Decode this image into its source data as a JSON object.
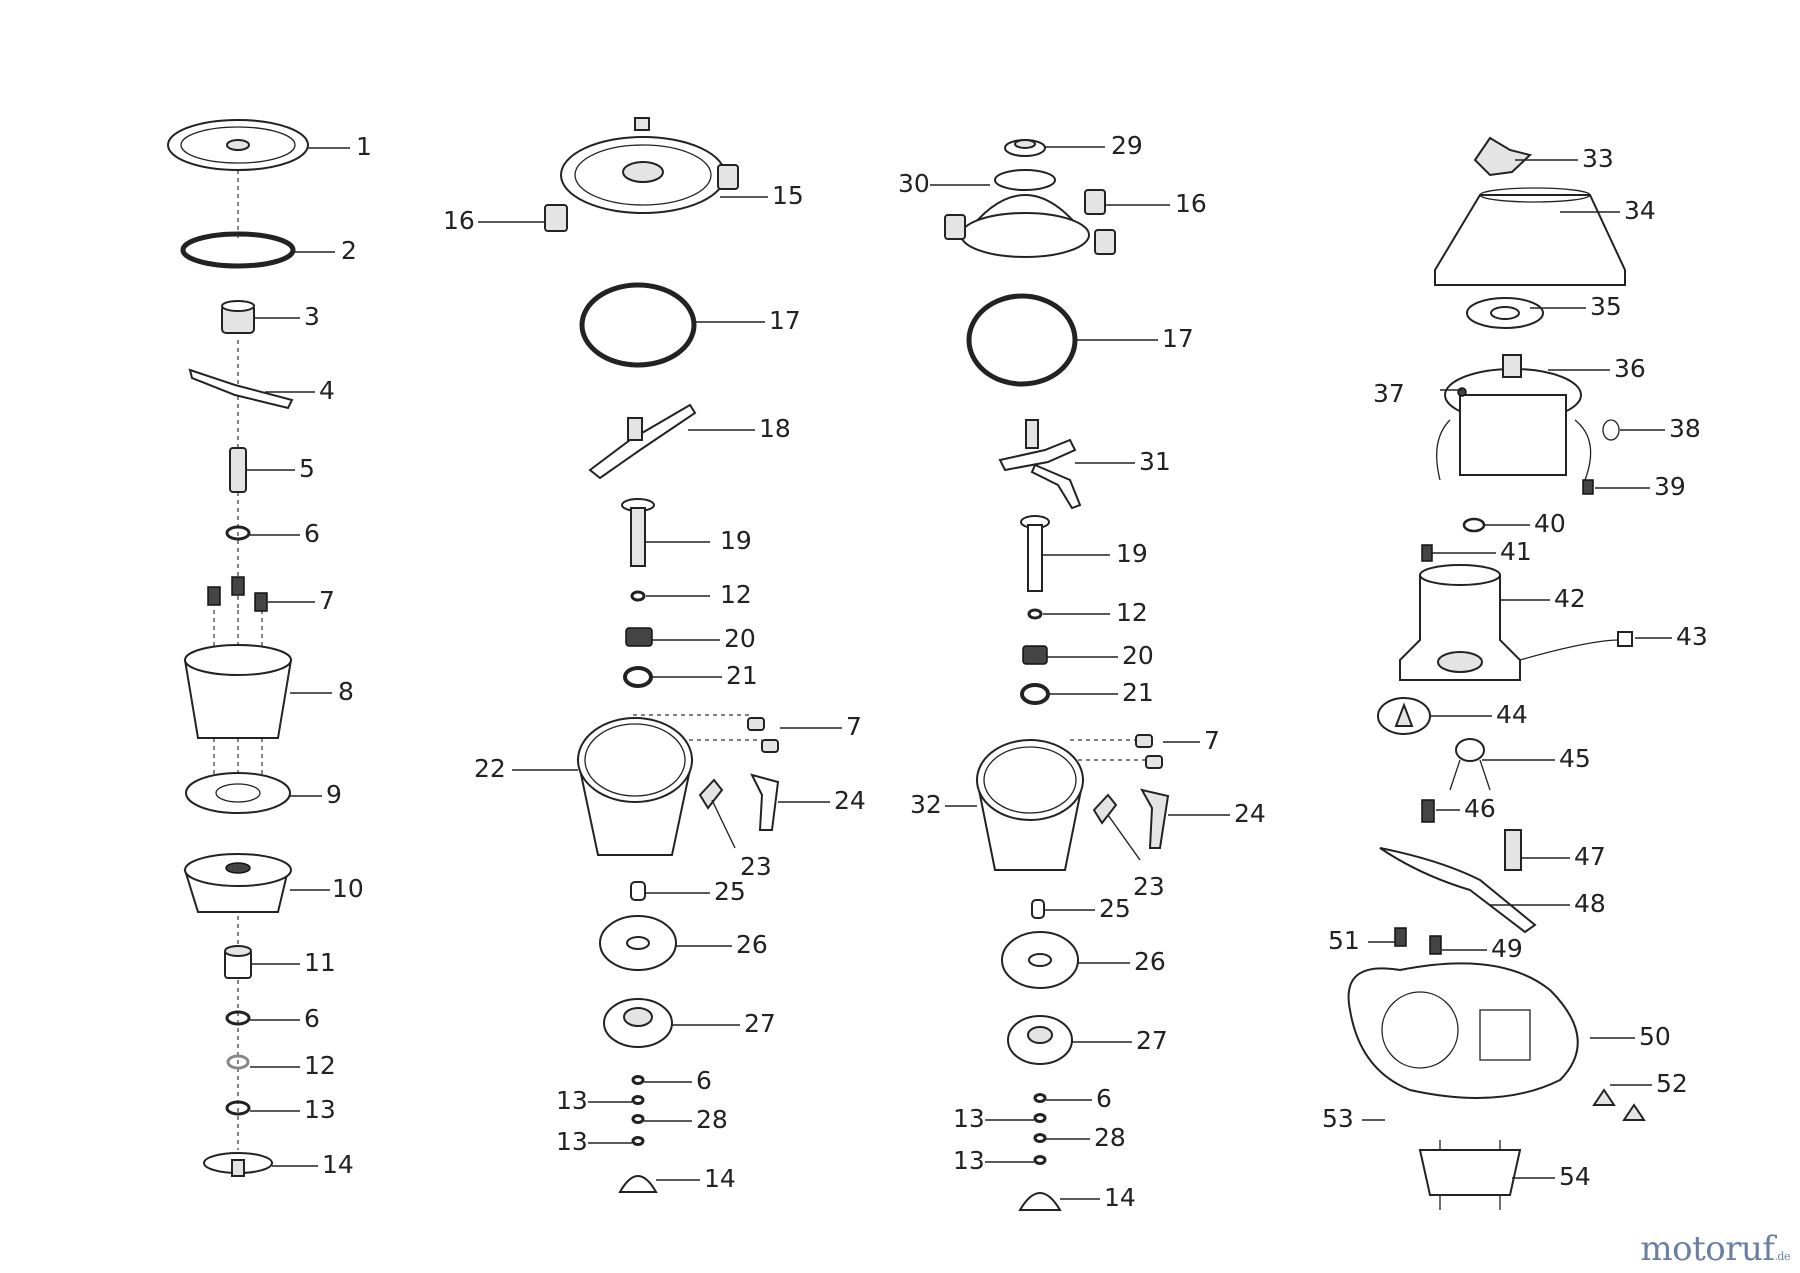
{
  "brand": {
    "name_main": "motoruf",
    "name_accent": "",
    "tld": ".de",
    "colors": {
      "main": "#6a7fa6",
      "accent": "#d9951f"
    }
  },
  "labels": {
    "c1_1": "1",
    "c1_2": "2",
    "c1_3": "3",
    "c1_4": "4",
    "c1_5": "5",
    "c1_6a": "6",
    "c1_7": "7",
    "c1_8": "8",
    "c1_9": "9",
    "c1_10": "10",
    "c1_11": "11",
    "c1_6b": "6",
    "c1_12": "12",
    "c1_13": "13",
    "c1_14": "14",
    "c2_16": "16",
    "c2_15": "15",
    "c2_17": "17",
    "c2_18": "18",
    "c2_19": "19",
    "c2_12": "12",
    "c2_20": "20",
    "c2_21": "21",
    "c2_7": "7",
    "c2_22": "22",
    "c2_24": "24",
    "c2_23": "23",
    "c2_25": "25",
    "c2_26": "26",
    "c2_27": "27",
    "c2_6": "6",
    "c2_13a": "13",
    "c2_28": "28",
    "c2_13b": "13",
    "c2_14": "14",
    "c3_29": "29",
    "c3_30": "30",
    "c3_16": "16",
    "c3_17": "17",
    "c3_31": "31",
    "c3_19": "19",
    "c3_12": "12",
    "c3_20": "20",
    "c3_21": "21",
    "c3_7": "7",
    "c3_32": "32",
    "c3_24": "24",
    "c3_23": "23",
    "c3_25": "25",
    "c3_26": "26",
    "c3_27": "27",
    "c3_6": "6",
    "c3_13a": "13",
    "c3_28": "28",
    "c3_13b": "13",
    "c3_14": "14",
    "c4_33": "33",
    "c4_34": "34",
    "c4_35": "35",
    "c4_36": "36",
    "c4_37": "37",
    "c4_38": "38",
    "c4_39": "39",
    "c4_40": "40",
    "c4_41": "41",
    "c4_42": "42",
    "c4_43": "43",
    "c4_44": "44",
    "c4_45": "45",
    "c4_46": "46",
    "c4_47": "47",
    "c4_48": "48",
    "c4_51": "51",
    "c4_49": "49",
    "c4_50": "50",
    "c4_52": "52",
    "c4_53": "53",
    "c4_54": "54"
  }
}
